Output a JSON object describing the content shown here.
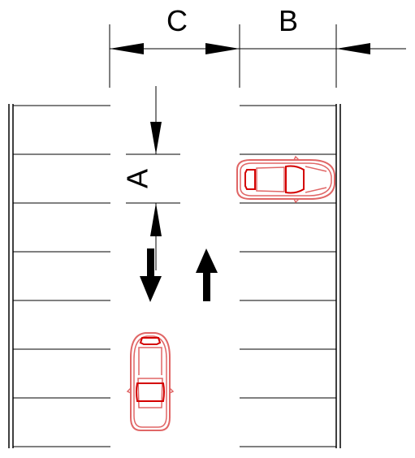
{
  "labels": {
    "c": "C",
    "b": "B",
    "a": "A"
  },
  "colors": {
    "line": "#000000",
    "car_outline": "#e06666",
    "car_detail": "#d40000",
    "background": "#ffffff"
  },
  "icons": {
    "down_arrow": "down-arrow-icon",
    "up_arrow": "up-arrow-icon",
    "car": "car-icon"
  }
}
